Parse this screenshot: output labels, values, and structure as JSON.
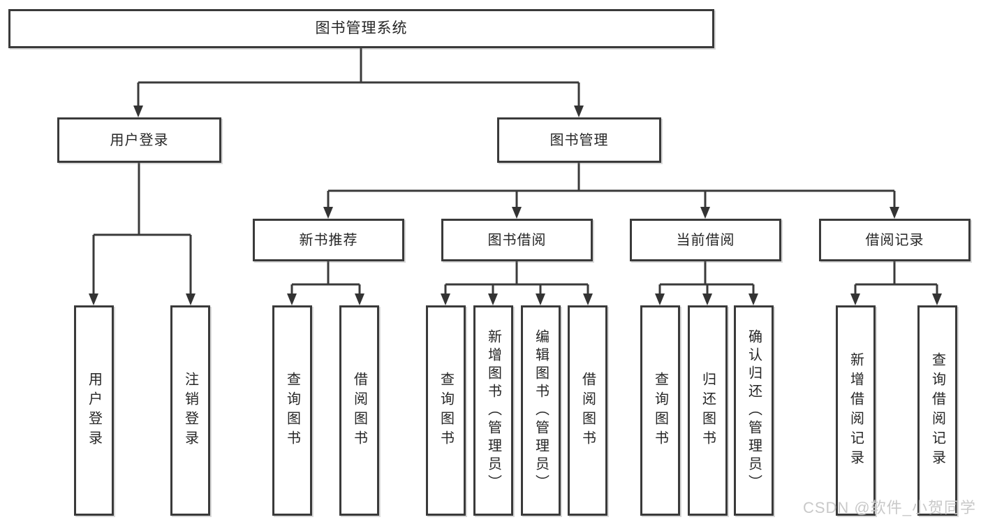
{
  "diagram": {
    "type": "hierarchy-tree",
    "orientation": "top-down"
  },
  "tree": {
    "label": "图书管理系统",
    "children": [
      {
        "label": "用户登录",
        "children": [
          {
            "label": "用户登录"
          },
          {
            "label": "注销登录"
          }
        ]
      },
      {
        "label": "图书管理",
        "children": [
          {
            "label": "新书推荐",
            "children": [
              {
                "label": "查询图书"
              },
              {
                "label": "借阅图书"
              }
            ]
          },
          {
            "label": "图书借阅",
            "children": [
              {
                "label": "查询图书"
              },
              {
                "label": "新增图书（管理员）"
              },
              {
                "label": "编辑图书（管理员）"
              },
              {
                "label": "借阅图书"
              }
            ]
          },
          {
            "label": "当前借阅",
            "children": [
              {
                "label": "查询图书"
              },
              {
                "label": "归还图书"
              },
              {
                "label": "确认归还（管理员）"
              }
            ]
          },
          {
            "label": "借阅记录",
            "children": [
              {
                "label": "新增借阅记录"
              },
              {
                "label": "查询借阅记录"
              }
            ]
          }
        ]
      }
    ]
  },
  "watermark": {
    "text": "CSDN @软件_小贺同学"
  },
  "colors": {
    "line": "#3a3a3a",
    "box_border": "#3a3a3a",
    "text": "#262626",
    "watermark": "#c9c9c9",
    "background": "#ffffff"
  }
}
